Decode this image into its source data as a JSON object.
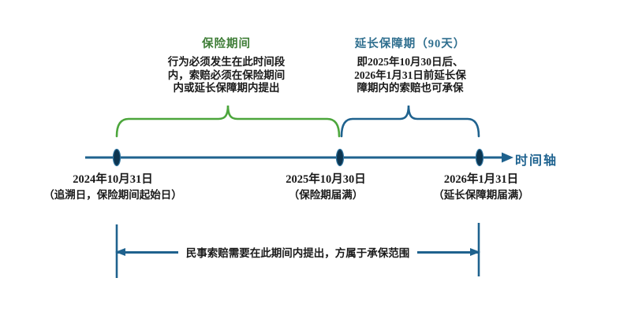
{
  "colors": {
    "green_brace": "#4ca63c",
    "green_title": "#3e7d36",
    "blue_line": "#1f628e",
    "blue_title": "#2e6e8e",
    "axis_label_blue": "#1f6390",
    "dot_fill": "#0d3550",
    "dot_stroke": "#2e74a0",
    "body_text": "#1a1a1a"
  },
  "annotations": {
    "insurance_period": {
      "title": "保险期间",
      "lines": [
        "行为必须发生在此时间段",
        "内，索赔必须在保险期间",
        "内或延长保障期内提出"
      ]
    },
    "extended_period": {
      "title": "延长保障期（90天）",
      "lines": [
        "即2025年10月30日后、",
        "2026年1月31日前延长保",
        "障期内的索赔也可承保"
      ]
    }
  },
  "timeline": {
    "axis_label": "时间轴",
    "milestones": [
      {
        "date": "2024年10月31日",
        "note": "（追溯日，保险期间起始日）"
      },
      {
        "date": "2025年10月30日",
        "note": "（保险期届满）"
      },
      {
        "date": "2026年1月31日",
        "note": "（延长保障期届满）"
      }
    ]
  },
  "claim_window": {
    "label": "民事索赔需要在此期间内提出，方属于承保范围"
  }
}
